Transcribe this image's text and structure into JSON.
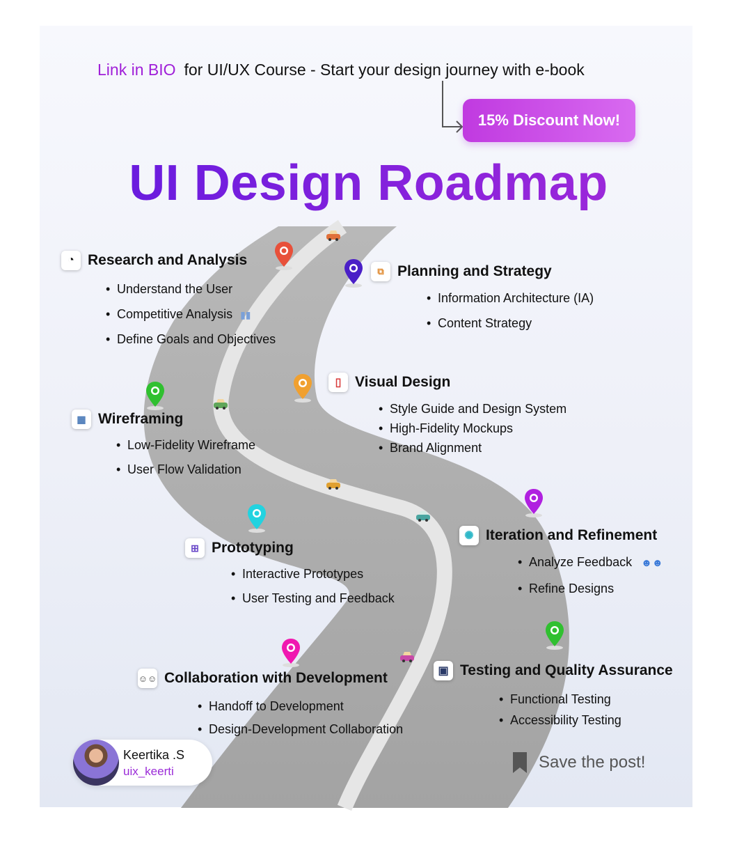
{
  "promo": {
    "link_text": "Link in BIO",
    "text": "for UI/UX Course - Start your design journey with e-book",
    "discount_label": "15% Discount Now!"
  },
  "title": "UI Design Roadmap",
  "sections": {
    "research": {
      "title": "Research and Analysis",
      "items": [
        "Understand the User",
        "Competitive Analysis",
        "Define Goals and Objectives"
      ]
    },
    "planning": {
      "title": "Planning and Strategy",
      "items": [
        "Information Architecture (IA)",
        "Content Strategy"
      ]
    },
    "visual": {
      "title": "Visual Design",
      "items": [
        "Style Guide and Design System",
        "High-Fidelity Mockups",
        "Brand Alignment"
      ]
    },
    "wireframing": {
      "title": "Wireframing",
      "items": [
        "Low-Fidelity Wireframe",
        "User Flow Validation"
      ]
    },
    "iteration": {
      "title": "Iteration and Refinement",
      "items": [
        "Analyze Feedback",
        "Refine Designs"
      ]
    },
    "prototyping": {
      "title": "Prototyping",
      "items": [
        "Interactive Prototypes",
        "User Testing and Feedback"
      ]
    },
    "testing": {
      "title": "Testing and Quality Assurance",
      "items": [
        "Functional Testing",
        "Accessibility Testing"
      ]
    },
    "collaboration": {
      "title": "Collaboration with Development",
      "items": [
        "Handoff to Development",
        "Design-Development Collaboration"
      ]
    }
  },
  "author": {
    "name": "Keertika .S",
    "handle": "uix_keerti"
  },
  "save_label": "Save the post!",
  "icons": {
    "research": "pie-chart-icon",
    "planning": "sitemap-icon",
    "visual": "mobile-icon",
    "wireframing": "wireframe-icon",
    "iteration": "lightbulb-icon",
    "prototyping": "prototype-icon",
    "testing": "monitor-icon",
    "collaboration": "team-icon"
  },
  "colors": {
    "accent_purple": "#a020d8",
    "title_gradient_start": "#5d18e0",
    "title_gradient_end": "#a82bd8",
    "road": "#a9a9a9",
    "road_line": "#e4e4e4"
  }
}
